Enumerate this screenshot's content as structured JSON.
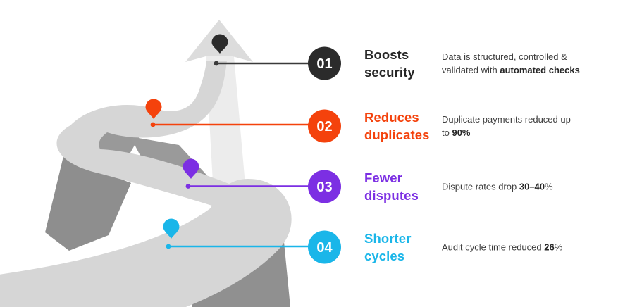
{
  "illustration": {
    "road_color": "#d6d6d6",
    "cliff_color_a": "#8e8e8e",
    "cliff_color_b": "#9a9a9a",
    "cliff_color_c": "#909090",
    "cliff_color_d": "#999999",
    "arrow_shaft_color": "#ececec",
    "arrowhead_color": "#dcdcdc"
  },
  "rows": [
    {
      "number": "01",
      "color": "#2b2b2b",
      "line_color": "#3a3a3a",
      "title": "Boosts\nsecurity",
      "title_color": "#262626",
      "desc_pre": "Data is structured, controlled &\nvalidated with ",
      "desc_bold": "automated checks",
      "desc_post": ""
    },
    {
      "number": "02",
      "color": "#f4420c",
      "line_color": "#f4420c",
      "title": "Reduces\nduplicates",
      "title_color": "#f4420c",
      "desc_pre": "Duplicate payments reduced up\nto ",
      "desc_bold": "90%",
      "desc_post": ""
    },
    {
      "number": "03",
      "color": "#7c2fe3",
      "line_color": "#7c2fe3",
      "title": "Fewer\ndisputes",
      "title_color": "#7c2fe3",
      "desc_pre": "Dispute rates drop ",
      "desc_bold": "30–40",
      "desc_post": "%"
    },
    {
      "number": "04",
      "color": "#1ab6e9",
      "line_color": "#1ab6e9",
      "title": "Shorter\ncycles",
      "title_color": "#1ab6e9",
      "desc_pre": "Audit cycle time reduced ",
      "desc_bold": "26",
      "desc_post": "%"
    }
  ]
}
